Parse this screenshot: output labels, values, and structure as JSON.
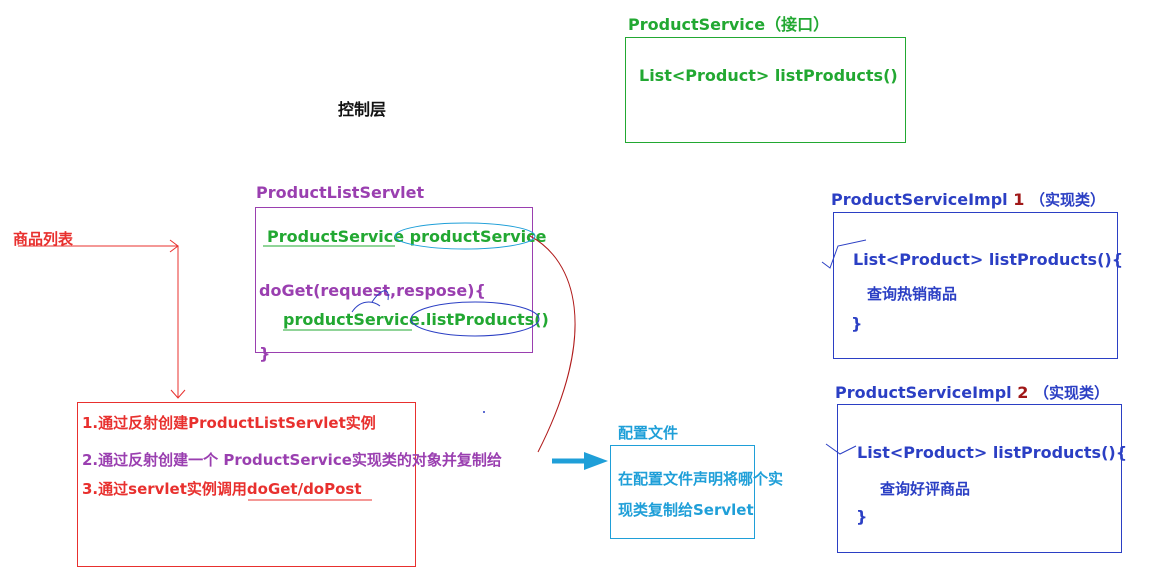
{
  "colors": {
    "green": "#22a832",
    "purple": "#9a3fb0",
    "blue_text": "#2b3fc4",
    "red": "#e8302e",
    "dark_red": "#a01818",
    "cyan": "#1f9fd8",
    "black": "#111111"
  },
  "labels": {
    "control_layer": "控制层",
    "product_list": "商品列表"
  },
  "interface_box": {
    "title": "ProductService（接口）",
    "method": "List<Product> listProducts()"
  },
  "servlet_box": {
    "title": "ProductListServlet",
    "field": "ProductService productService",
    "doget": "doGet(request,respose){",
    "call": "productService.listProducts()",
    "close": "}"
  },
  "steps_box": {
    "step1": "1.通过反射创建ProductListServlet实例",
    "step2": "2.通过反射创建一个 ProductService实现类的对象并复制给",
    "step3": "3.通过servlet实例调用doGet/doPost"
  },
  "config_box": {
    "title": "配置文件",
    "line1": "在配置文件声明将哪个实",
    "line2": "现类复制给Servlet"
  },
  "impl1_box": {
    "title_name": "ProductServiceImpl",
    "title_num": "1",
    "title_suffix": "（实现类）",
    "method": "List<Product> listProducts(){",
    "body": "查询热销商品",
    "close": "}"
  },
  "impl2_box": {
    "title_name": "ProductServiceImpl",
    "title_num": "2",
    "title_suffix": "（实现类）",
    "method": "List<Product> listProducts(){",
    "body": "查询好评商品",
    "close": "}"
  }
}
